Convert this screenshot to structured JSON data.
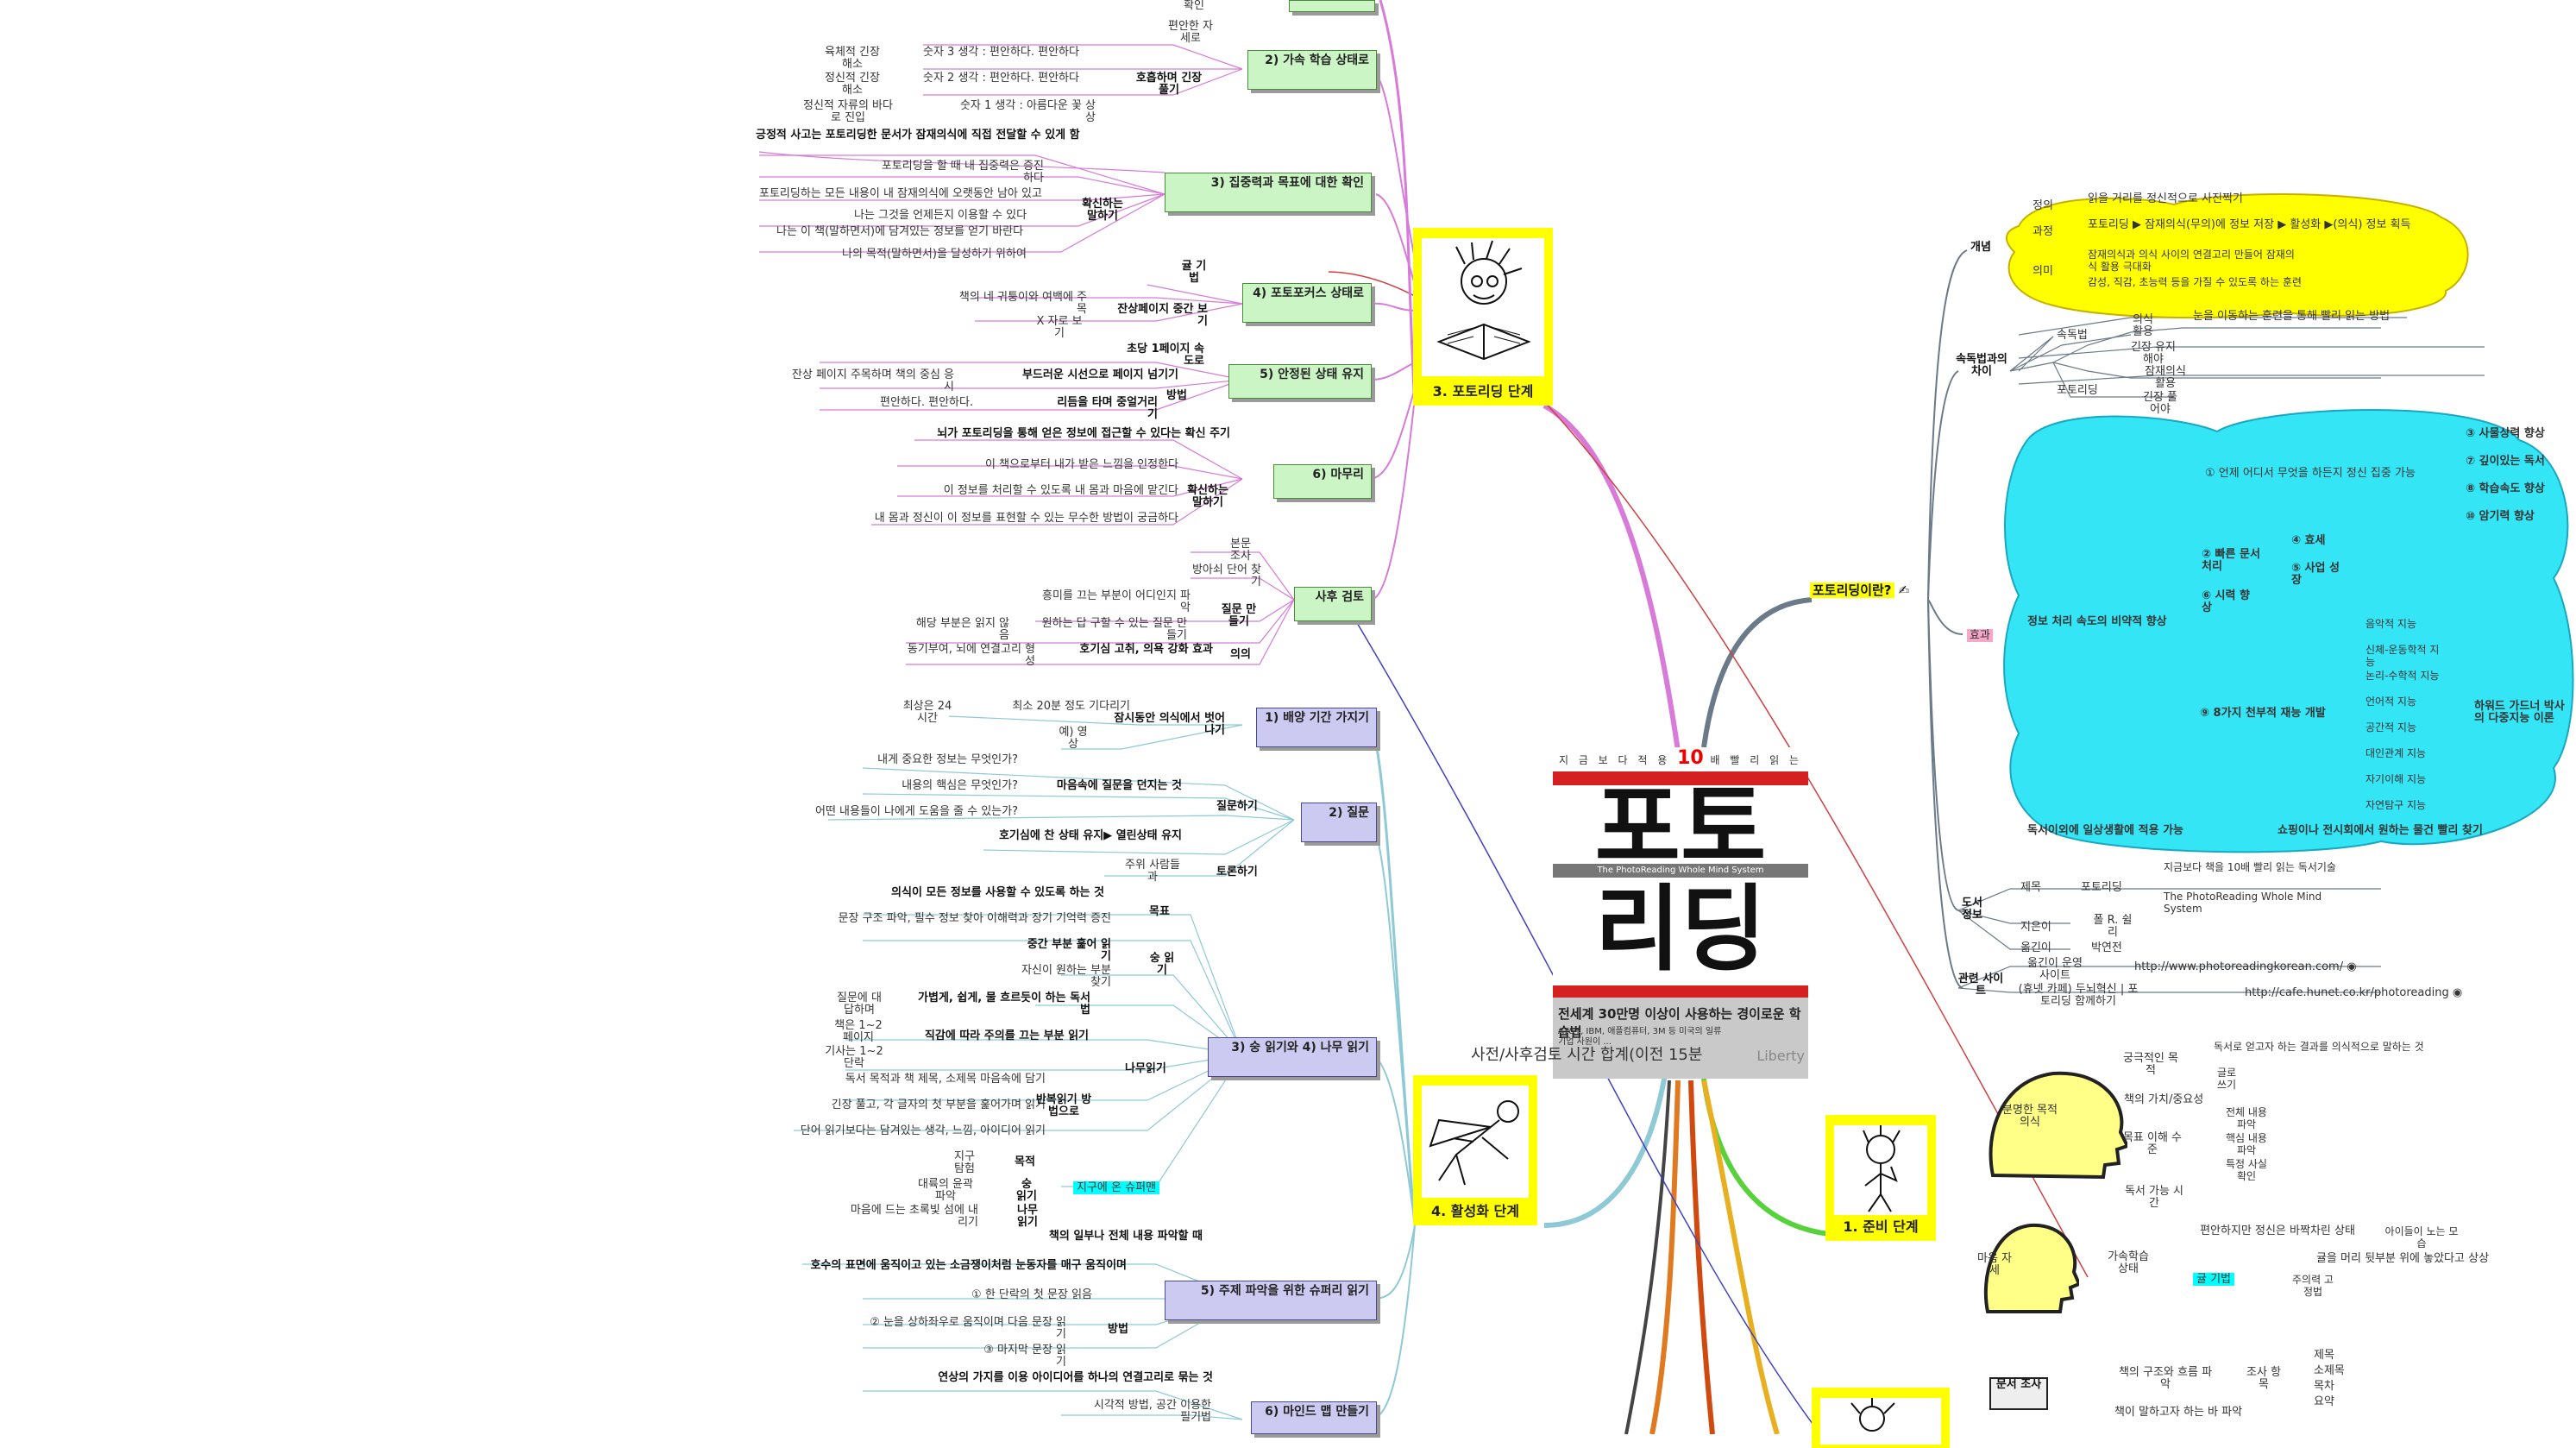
{
  "colors": {
    "yellow": "#ffff00",
    "cyan": "#33e5f5",
    "green_box": "#ccf5c6",
    "lavender_box": "#cccaf0",
    "magenta_branch": "#d77ad8",
    "teal_branch": "#8ec9d6",
    "gray_branch": "#6b7a88",
    "lime_branch": "#58d23c",
    "orange_branch": "#e08020",
    "gold_branch": "#e8b020"
  },
  "book": {
    "tagline_pre": "지 금 보 다 적 용 ",
    "tagline_num": "10",
    "tagline_post": " 배 빨 리 읽 는 독 서 기 술",
    "title_line1": "포토",
    "title_line2": "리딩",
    "subtitle": "The PhotoReading Whole Mind System",
    "blurb_head": "전세계 30만명 이상이 사용하는 경이로운 학습법",
    "blurb_sub": "AT&T, IBM, 애플컴퓨터, 3M 등 미국의 일류 기업 사원이 ...",
    "author": "Liberty"
  },
  "center_note": "사전/사후검토 시간 합계(이전 15분",
  "hubs": {
    "photoreading_branch": "3. 포토리딩 단계",
    "activation_branch": "4. 활성화 단계",
    "prep_branch": "1. 준비 단계",
    "whatis": "포토리딩이란?"
  },
  "sec3": {
    "box2": "2) 가속 학습 상태로",
    "box3": "3) 집중력과 목표에 대한 확인",
    "box4": "4) 포토포커스 상태로",
    "box5": "5) 안정된 상태 유지",
    "box6": "6) 마무리",
    "box7": "사후 검토",
    "n_confirm": "확인",
    "n_comfort": "편안한 자세로",
    "n_breath": "호흡하며 긴장 풀기",
    "n_r1a": "육체적 긴장 해소",
    "n_r1b": "숫자 3 생각 : 편안하다. 편안하다",
    "n_r2a": "정신적 긴장 해소",
    "n_r2b": "숫자 2 생각 : 편안하다. 편안하다",
    "n_r3a": "정신적 자류의 바다로 진입",
    "n_r3b": "숫자 1 생각 : 아름다운 꽃 상상",
    "n_pos": "긍정적 사고는 포토리딩한 문서가 잠재의식에 직접 전달할 수 있게 함",
    "n_p1": "포토리딩을 할 때 내 집중력은 증진하다",
    "n_p2": "포토리딩하는 모든 내용이 내 잠재의식에 오랫동안 남아 있고",
    "n_p3": "나는 그것을 언제든지 이용할 수 있다",
    "n_p4": "나는 이 책(말하면서)에 담겨있는 정보를 얻기 바란다",
    "n_p5": "나의 목적(말하면서)을 달성하기 위하여",
    "n_speak": "확신하는 말하기",
    "n_gyul": "귤 기법",
    "n_focus1": "책의 네 귀퉁이와 여백에 주목",
    "n_focus2": "X 자로 보기",
    "n_focus3": "잔상페이지 중간 보기",
    "n_s1": "초당 1페이지 속도로",
    "n_s2": "잔상 페이지 주목하며 책의 중심 응시",
    "n_s3": "부드러운 시선으로 페이지 넘기기",
    "n_s4": "편안하다. 편안하다.",
    "n_s5": "리듬을 타며 중얼거리기",
    "n_s6": "방법",
    "n_c1": "뇌가 포토리딩을 통해 얻은 정보에 접근할 수 있다는 확신 주기",
    "n_c2": "이 책으로부터 내가 받은 느낌을 인정한다",
    "n_c3": "이 정보를 처리할 수 있도록 내 몸과 마음에 맡긴다",
    "n_c4": "내 몸과 정신이 이 정보를 표현할 수 있는 무수한 방법이 궁금하다",
    "n_c5": "확신하는 말하기",
    "n_pr1": "본문 조사",
    "n_pr2": "방아쇠 단어 찾기",
    "n_pr3": "흥미를 끄는 부분이 어디인지 파악",
    "n_pr4": "원하는 답 구할 수 있는 질문 만들기",
    "n_pr5": "질문 만들기",
    "n_pr6": "해당 부분은 읽지 않음",
    "n_pr7": "동기부여, 뇌에 연결고리 형성",
    "n_pr8": "호기심 고취, 의욕 강화 효과",
    "n_pr9": "의의"
  },
  "sec4": {
    "box1": "1) 배양 기간 가지기",
    "box2": "2) 질문",
    "box3": "3) 숭 읽기와 4) 나무 읽기",
    "box5": "5) 주제 파악을 위한 슈퍼리 읽기",
    "box6": "6) 마인드 맵 만들기",
    "n_a1": "최소 20분 정도 기다리기",
    "n_a2": "최상은 24 시간",
    "n_a3": "예) 영상",
    "n_a4": "잠시동안 의식에서 벗어나기",
    "n_q1": "내게 중요한 정보는 무엇인가?",
    "n_q2": "내용의 핵심은 무엇인가?",
    "n_q3": "어떤 내용들이 나에게 도움을 줄 수 있는가?",
    "n_q4": "마음속에 질문을 던지는 것",
    "n_q5": "질문하기",
    "n_q6": "호기심에 찬 상태 유지▶ 열린상태 유지",
    "n_q7": "주위 사람들과",
    "n_q8": "토론하기",
    "n_g1": "의식이 모든 정보를 사용할 수 있도록 하는 것",
    "n_g2": "문장 구조 파악, 필수 정보 찾아 이해력과 장기 기억력 증진",
    "n_g3": "목표",
    "n_g4": "중간 부분 훑어 읽기",
    "n_g5": "자신이 원하는 부분 찾기",
    "n_g6": "숭 읽기",
    "n_g7": "가볍게, 쉽게, 물 흐르듯이 하는 독서법",
    "n_g8": "질문에 대답하며",
    "n_g9": "책은 1~2 페이지",
    "n_g10": "직감에 따라 주의를 끄는 부분 읽기",
    "n_g11": "기사는 1~2 단락",
    "n_g12": "나무읽기",
    "n_g13": "독서 목적과 책 제목, 소제목 마음속에 담기",
    "n_g14": "긴장 풀고, 각 글자의 첫 부분을 훑어가며 읽기",
    "n_g15": "반복읽기 방법으로",
    "n_g16": "단어 읽기보다는 담겨있는 생각, 느낌, 아이디어 읽기",
    "n_g17": "지구 탐험",
    "n_g18": "목적",
    "n_g19": "대륙의 윤곽 파악",
    "n_g20": "숭 읽기",
    "n_g21": "마음에 드는 초록빛 섬에 내리기",
    "n_g22": "나무 읽기",
    "n_g23": "지구에 온 슈퍼맨",
    "n_d1": "책의 일부나 전체 내용 파악할 때",
    "n_d2": "호수의 표면에 움직이고 있는 소금쟁이처럼 눈동자를 매구 움직이며",
    "n_d3": "① 한 단락의 첫 문장 읽음",
    "n_d4": "② 눈을 상하좌우로 움직이며 다음 문장 읽기",
    "n_d5": "③ 마지막 문장 읽기",
    "n_d6": "방법",
    "n_m1": "연상의 가지를 이용 아이디어를 하나의 연결고리로 묶는 것",
    "n_m2": "시각적 방법, 공간 이용한 필기법"
  },
  "right": {
    "concept": "개념",
    "def": "정의",
    "def_v": "읽을 거리를 정신적으로 사진찍기",
    "proc": "과정",
    "proc_v": "포토리딩 ▶ 잠재의식(무의)에 정보 저장 ▶ 활성화 ▶(의식) 정보 획득",
    "meaning": "의미",
    "meaning_v1": "잠재의식과 의식 사이의 연결고리 만들어 잠재의식 활용 극대화",
    "meaning_v2": "감성, 직감, 초능력 등을 가질 수 있도록 하는 훈련",
    "diff": "속독법과의 차이",
    "speed": "속독법",
    "speed_c": "의식 활용",
    "speed_c_v": "눈을 이동하는 훈련을 통해 빨리 읽는 방법",
    "speed_t": "긴장 유지해야",
    "pr": "포토리딩",
    "pr_c": "잠재의식 활용",
    "pr_t": "긴장 풀어야",
    "effect": "효과",
    "e1": "① 언제 어디서 무엇을 하든지 정신 집중 가능",
    "e1a": "③ 사물상력 향상",
    "e1b": "⑦ 깊이있는 독서",
    "e1c": "⑧ 학습속도 향상",
    "e1d": "⑩ 암기력 향상",
    "e2": "② 빠른 문서처리",
    "e2a": "④ 효세",
    "e2b": "⑤ 사업 성장",
    "e3": "⑥ 시력 향상",
    "e4": "정보 처리 속도의 비약적 향상",
    "e5": "⑨ 8가지 천부적 재능 개발",
    "e5a": "음악적 지능",
    "e5b": "신체-운동학적 지능",
    "e5c": "논리-수학적 지능",
    "e5d": "언어적 지능",
    "e5e": "공간적 지능",
    "e5f": "대인관계 지능",
    "e5g": "자기이해 지능",
    "e5h": "자연탐구 지능",
    "e5x": "하워드 가드너 박사의 다중지능 이론",
    "e6": "독서이외에 일상생활에 적용 가능",
    "e6a": "쇼핑이나 전시회에서 원하는 물건 빨리 찾기",
    "bookinfo": "도서 정보",
    "b_title": "제목",
    "b_title_v": "포토리딩",
    "b_title_v2": "지금보다 책을 10배 빨리 읽는 독서기술",
    "b_title_v3": "The PhotoReading Whole Mind System",
    "b_author": "지은이",
    "b_author_v": "폴 R. 쉴리",
    "b_trans": "옮긴이",
    "b_trans_v": "박연전",
    "sites": "관련 사이트",
    "site1": "옮긴이 운영 사이트",
    "site1_v": "http://www.photoreadingkorean.com/",
    "site2": "(휴넷 카페) 두뇌혁신 | 포토리딩 함께하기",
    "site2_v": "http://cafe.hunet.co.kr/photoreading"
  },
  "prep": {
    "h1": "분명한 목적 의식",
    "h2": "마음 자세",
    "p1": "궁극적인 목적",
    "p1a": "독서로 얻고자 하는 결과를 의식적으로 말하는 것",
    "p1b": "글로 쓰기",
    "p2": "책의 가치/중요성",
    "p3": "목표 이해 수준",
    "p3a": "전체 내용 파악",
    "p3b": "핵심 내용 파악",
    "p3c": "특정 사실 확인",
    "p4": "독서 가능 시간",
    "m1": "가속학습 상태",
    "m1a": "편안하지만 정신은 바짝차린 상태",
    "m1b": "아이들이 노는 모습",
    "m1c": "귤을 머리 뒷부분 위에 놓았다고 상상",
    "m1d": "귤 기법",
    "m1e": "주의력 고정법",
    "r1": "문서 조사",
    "r2": "책의 구조와 흐름 파악",
    "r3": "조사 항목",
    "r3a": "제목",
    "r3b": "소제목",
    "r3c": "목차",
    "r3d": "요약",
    "r4": "책이 말하고자 하는 바 파악"
  }
}
